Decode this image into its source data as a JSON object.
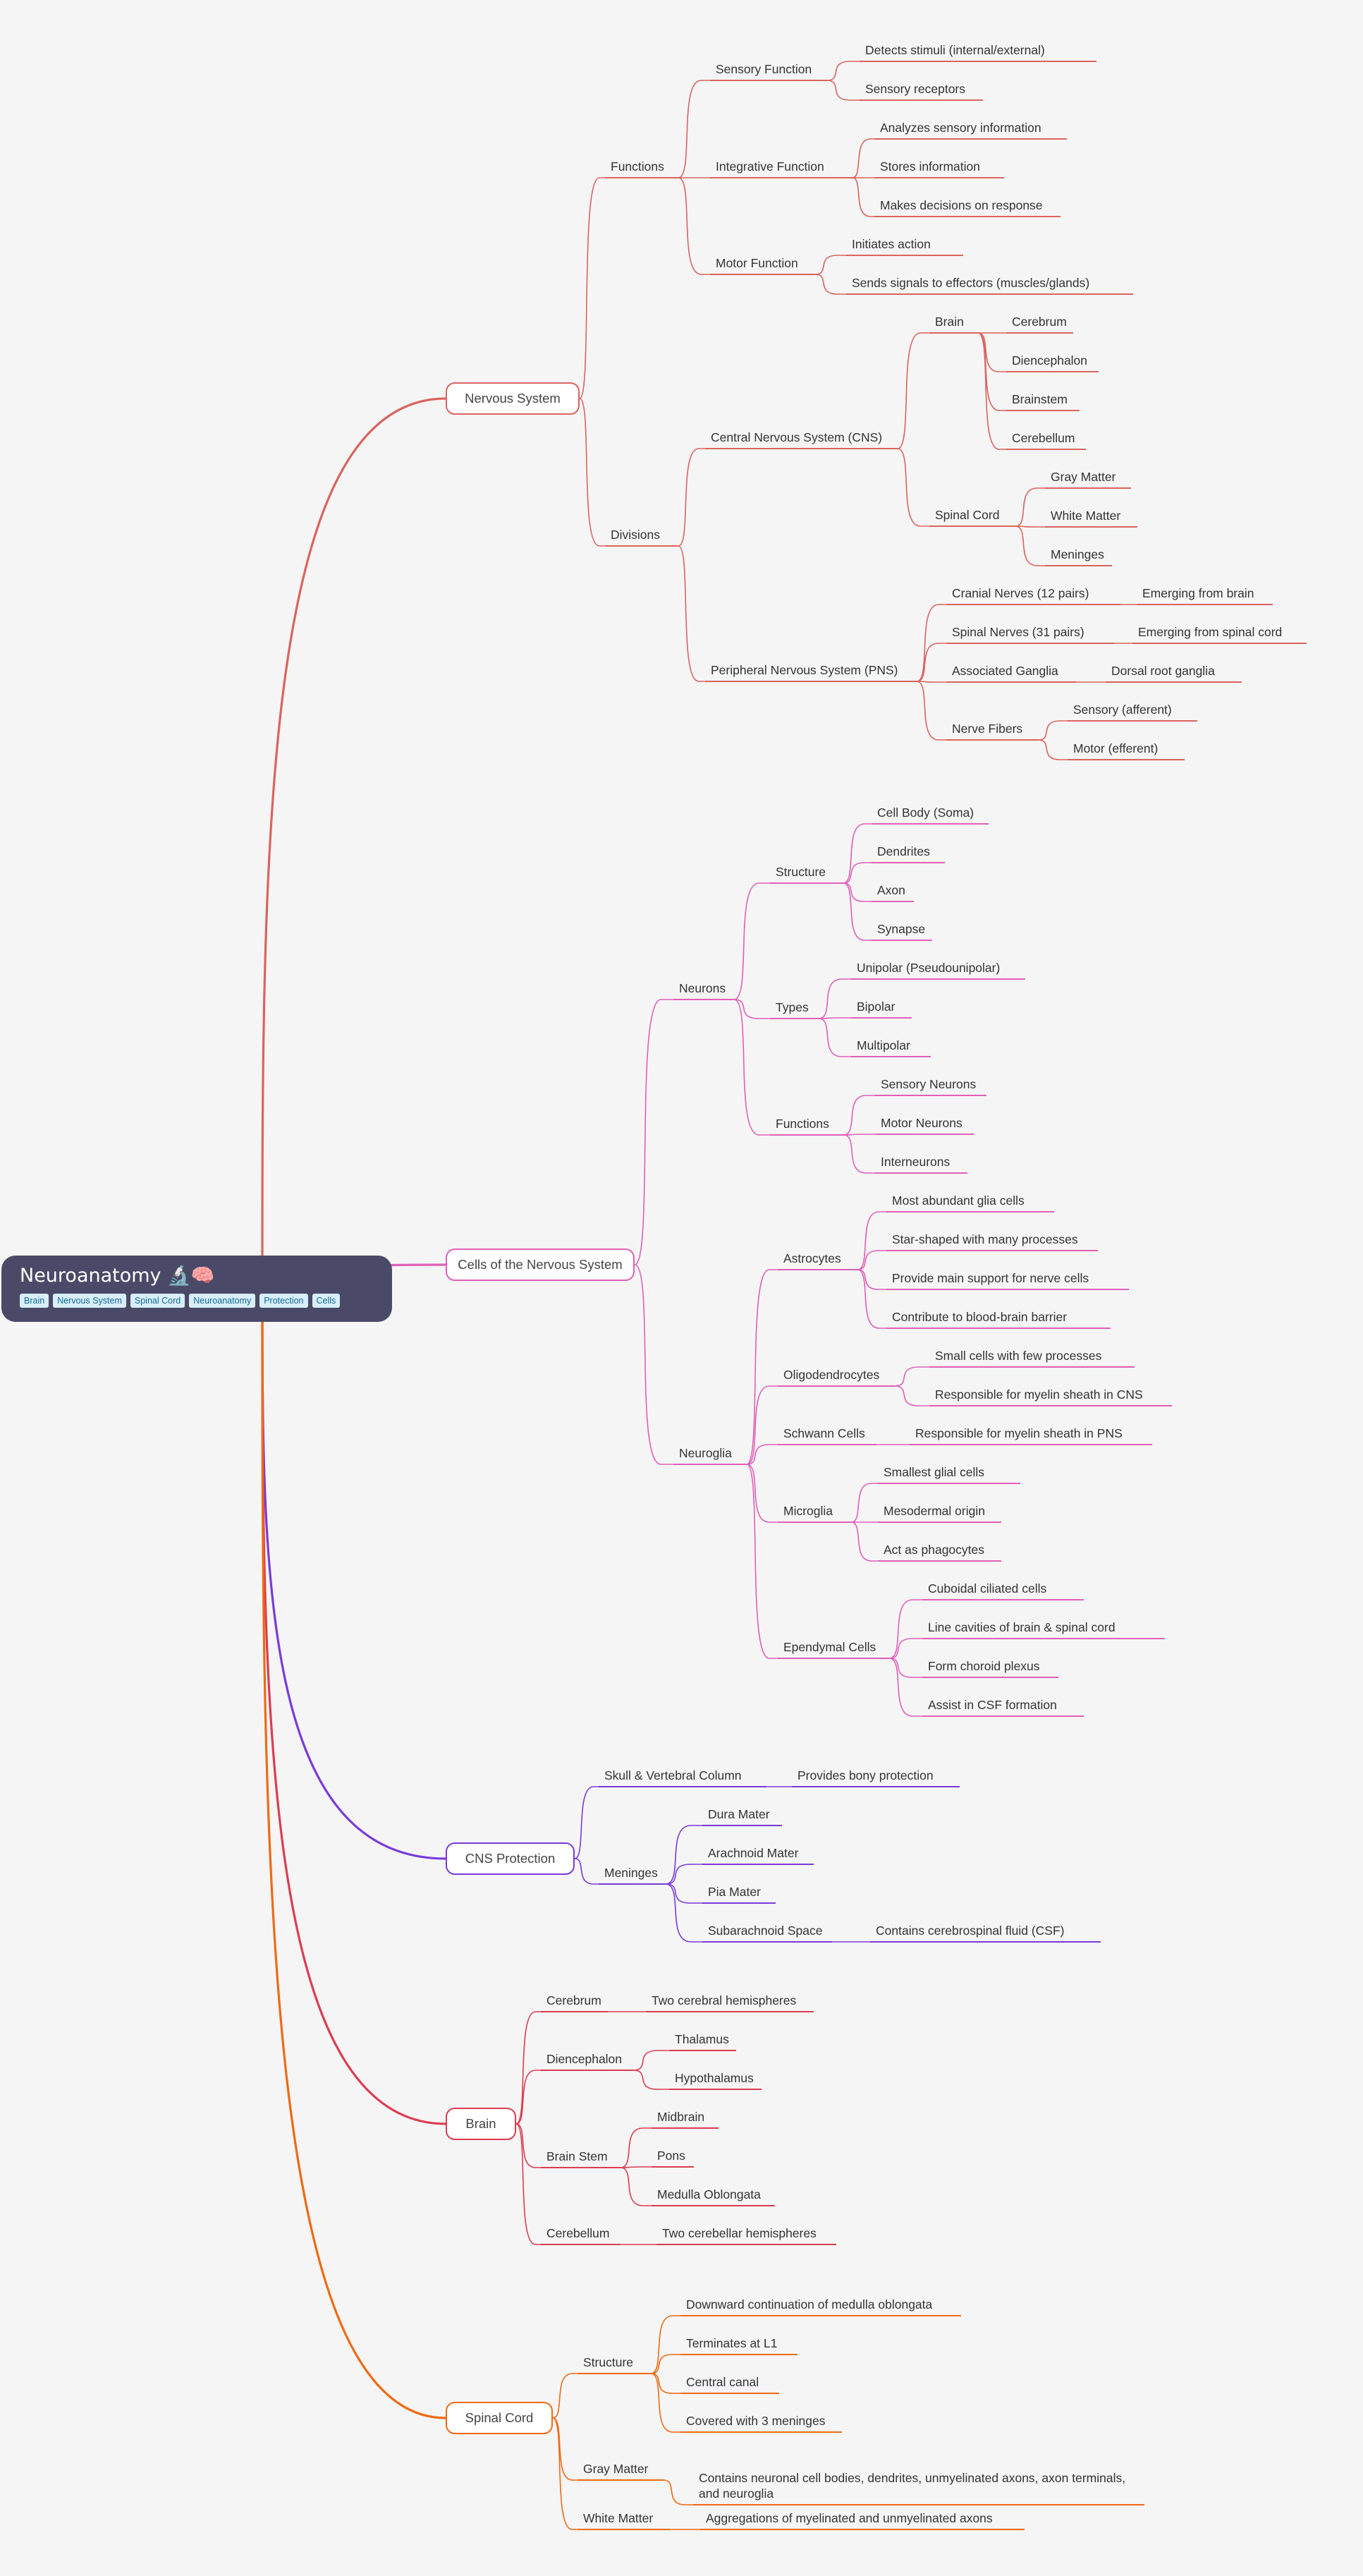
{
  "root": {
    "title": "Neuroanatomy 🔬🧠",
    "tags": [
      "Brain",
      "Nervous System",
      "Spinal Cord",
      "Neuroanatomy",
      "Protection",
      "Cells"
    ]
  },
  "colors": {
    "nervous_system": "#d9645f",
    "cells": "#e060b8",
    "protection": "#7a3bd9",
    "brain": "#dc3c52",
    "spinal_cord": "#ee6a14",
    "root_bg": "#4a4a68",
    "tag_bg": "#d8eef8"
  },
  "branches": [
    {
      "label": "Nervous System",
      "color_key": "nervous_system",
      "children": [
        {
          "label": "Functions",
          "children": [
            {
              "label": "Sensory Function",
              "children": [
                {
                  "label": "Detects stimuli (internal/external)"
                },
                {
                  "label": "Sensory receptors"
                }
              ]
            },
            {
              "label": "Integrative Function",
              "children": [
                {
                  "label": "Analyzes sensory information"
                },
                {
                  "label": "Stores information"
                },
                {
                  "label": "Makes decisions on response"
                }
              ]
            },
            {
              "label": "Motor Function",
              "children": [
                {
                  "label": "Initiates action"
                },
                {
                  "label": "Sends signals to effectors (muscles/glands)"
                }
              ]
            }
          ]
        },
        {
          "label": "Divisions",
          "children": [
            {
              "label": "Central Nervous System (CNS)",
              "children": [
                {
                  "label": "Brain",
                  "children": [
                    {
                      "label": "Cerebrum"
                    },
                    {
                      "label": "Diencephalon"
                    },
                    {
                      "label": "Brainstem"
                    },
                    {
                      "label": "Cerebellum"
                    }
                  ]
                },
                {
                  "label": "Spinal Cord",
                  "children": [
                    {
                      "label": "Gray Matter"
                    },
                    {
                      "label": "White Matter"
                    },
                    {
                      "label": "Meninges"
                    }
                  ]
                }
              ]
            },
            {
              "label": "Peripheral Nervous System (PNS)",
              "children": [
                {
                  "label": "Cranial Nerves (12 pairs)",
                  "children": [
                    {
                      "label": "Emerging from brain"
                    }
                  ]
                },
                {
                  "label": "Spinal Nerves (31 pairs)",
                  "children": [
                    {
                      "label": "Emerging from spinal cord"
                    }
                  ]
                },
                {
                  "label": "Associated Ganglia",
                  "children": [
                    {
                      "label": "Dorsal root ganglia"
                    }
                  ]
                },
                {
                  "label": "Nerve Fibers",
                  "children": [
                    {
                      "label": "Sensory (afferent)"
                    },
                    {
                      "label": "Motor (efferent)"
                    }
                  ]
                }
              ]
            }
          ]
        }
      ]
    },
    {
      "label": "Cells of the Nervous System",
      "color_key": "cells",
      "children": [
        {
          "label": "Neurons",
          "children": [
            {
              "label": "Structure",
              "children": [
                {
                  "label": "Cell Body (Soma)"
                },
                {
                  "label": "Dendrites"
                },
                {
                  "label": "Axon"
                },
                {
                  "label": "Synapse"
                }
              ]
            },
            {
              "label": "Types",
              "children": [
                {
                  "label": "Unipolar (Pseudounipolar)"
                },
                {
                  "label": "Bipolar"
                },
                {
                  "label": "Multipolar"
                }
              ]
            },
            {
              "label": "Functions",
              "children": [
                {
                  "label": "Sensory Neurons"
                },
                {
                  "label": "Motor Neurons"
                },
                {
                  "label": "Interneurons"
                }
              ]
            }
          ]
        },
        {
          "label": "Neuroglia",
          "children": [
            {
              "label": "Astrocytes",
              "children": [
                {
                  "label": "Most abundant glia cells"
                },
                {
                  "label": "Star-shaped with many processes"
                },
                {
                  "label": "Provide main support for nerve cells"
                },
                {
                  "label": "Contribute to blood-brain barrier"
                }
              ]
            },
            {
              "label": "Oligodendrocytes",
              "children": [
                {
                  "label": "Small cells with few processes"
                },
                {
                  "label": "Responsible for myelin sheath in CNS"
                }
              ]
            },
            {
              "label": "Schwann Cells",
              "children": [
                {
                  "label": "Responsible for myelin sheath in PNS"
                }
              ]
            },
            {
              "label": "Microglia",
              "children": [
                {
                  "label": "Smallest glial cells"
                },
                {
                  "label": "Mesodermal origin"
                },
                {
                  "label": "Act as phagocytes"
                }
              ]
            },
            {
              "label": "Ependymal Cells",
              "children": [
                {
                  "label": "Cuboidal ciliated cells"
                },
                {
                  "label": "Line cavities of brain & spinal cord"
                },
                {
                  "label": "Form choroid plexus"
                },
                {
                  "label": "Assist in CSF formation"
                }
              ]
            }
          ]
        }
      ]
    },
    {
      "label": "CNS Protection",
      "color_key": "protection",
      "children": [
        {
          "label": "Skull & Vertebral Column",
          "children": [
            {
              "label": "Provides bony protection"
            }
          ]
        },
        {
          "label": "Meninges",
          "children": [
            {
              "label": "Dura Mater"
            },
            {
              "label": "Arachnoid Mater"
            },
            {
              "label": "Pia Mater"
            },
            {
              "label": "Subarachnoid Space",
              "children": [
                {
                  "label": "Contains cerebrospinal fluid (CSF)"
                }
              ]
            }
          ]
        }
      ]
    },
    {
      "label": "Brain",
      "color_key": "brain",
      "children": [
        {
          "label": "Cerebrum",
          "children": [
            {
              "label": "Two cerebral hemispheres"
            }
          ]
        },
        {
          "label": "Diencephalon",
          "children": [
            {
              "label": "Thalamus"
            },
            {
              "label": "Hypothalamus"
            }
          ]
        },
        {
          "label": "Brain Stem",
          "children": [
            {
              "label": "Midbrain"
            },
            {
              "label": "Pons"
            },
            {
              "label": "Medulla Oblongata"
            }
          ]
        },
        {
          "label": "Cerebellum",
          "children": [
            {
              "label": "Two cerebellar hemispheres"
            }
          ]
        }
      ]
    },
    {
      "label": "Spinal Cord",
      "color_key": "spinal_cord",
      "children": [
        {
          "label": "Structure",
          "children": [
            {
              "label": "Downward continuation of medulla oblongata"
            },
            {
              "label": "Terminates at L1"
            },
            {
              "label": "Central canal"
            },
            {
              "label": "Covered with 3 meninges"
            }
          ]
        },
        {
          "label": "Gray Matter",
          "children": [
            {
              "label": "Contains neuronal cell bodies, dendrites, unmyelinated axons, axon terminals, and neuroglia"
            }
          ]
        },
        {
          "label": "White Matter",
          "children": [
            {
              "label": "Aggregations of myelinated and unmyelinated axons"
            }
          ]
        }
      ]
    }
  ]
}
